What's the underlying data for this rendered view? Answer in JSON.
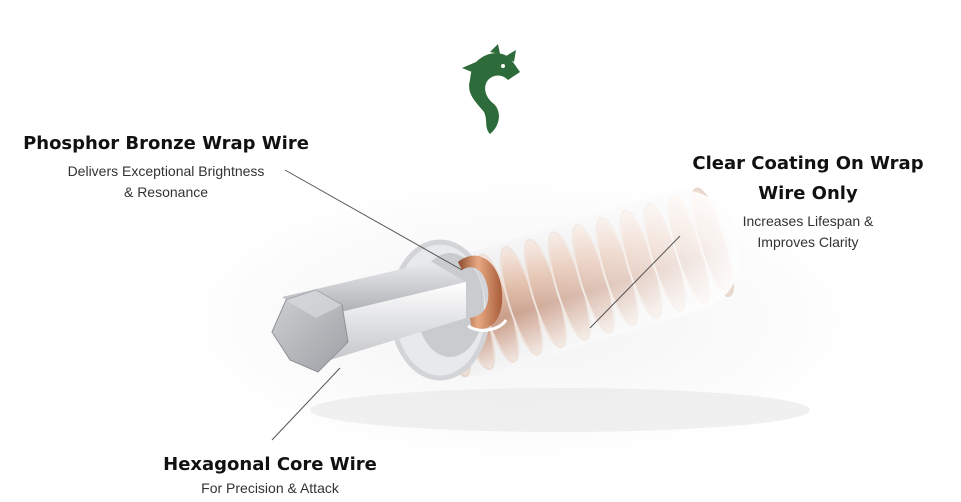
{
  "logo": {
    "name": "dragon-logo-icon",
    "color": "#2e6b3a"
  },
  "callouts": {
    "phosphor": {
      "title": "Phosphor Bronze Wrap Wire",
      "line1": "Delivers Exceptional Brightness",
      "line2": "& Resonance"
    },
    "coating": {
      "title_line1": "Clear Coating On Wrap",
      "title_line2": "Wire Only",
      "line1": "Increases Lifespan &",
      "line2": "Improves Clarity"
    },
    "hex": {
      "title": "Hexagonal Core Wire",
      "line1": "For Precision & Attack"
    }
  },
  "colors": {
    "copper": "#c87a52",
    "core": "#b9bcc0",
    "leader": "#555555"
  }
}
